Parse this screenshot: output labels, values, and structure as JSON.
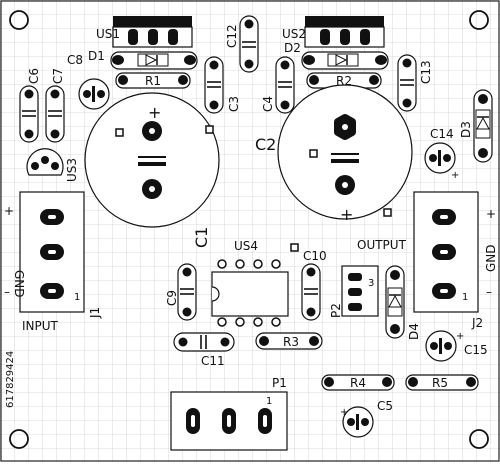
{
  "labels": {
    "us1": "US1",
    "us2": "US2",
    "us3": "US3",
    "us4": "US4",
    "d1": "D1",
    "d2": "D2",
    "d3": "D3",
    "d4": "D4",
    "r1": "R1",
    "r2": "R2",
    "r3": "R3",
    "r4": "R4",
    "r5": "R5",
    "c1": "C1",
    "c2": "C2",
    "c3": "C3",
    "c4": "C4",
    "c5": "C5",
    "c6": "C6",
    "c7": "C7",
    "c8": "C8",
    "c9": "C9",
    "c10": "C10",
    "c11": "C11",
    "c12": "C12",
    "c13": "C13",
    "c14": "C14",
    "c15": "C15",
    "j1": "J1",
    "j2": "J2",
    "p1": "P1",
    "p2": "P2",
    "input": "INPUT",
    "output": "OUTPUT",
    "gnd_left": "GND",
    "gnd_right": "GND",
    "plus": "+",
    "minus": "–",
    "pin1": "1",
    "pin3": "3",
    "stock_id": "617829424"
  }
}
